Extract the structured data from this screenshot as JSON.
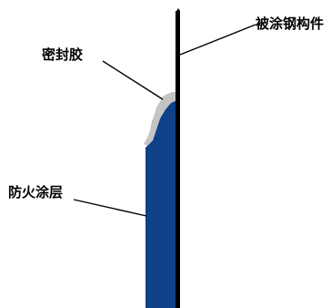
{
  "labels": {
    "steel_member": "被涂钢构件",
    "sealant": "密封胶",
    "fireproof_coating": "防火涂层"
  },
  "colors": {
    "coating": "#0e4188",
    "sealant": "#c4c4c4",
    "steel": "#000000",
    "leader": "#000000",
    "background": "#ffffff"
  }
}
